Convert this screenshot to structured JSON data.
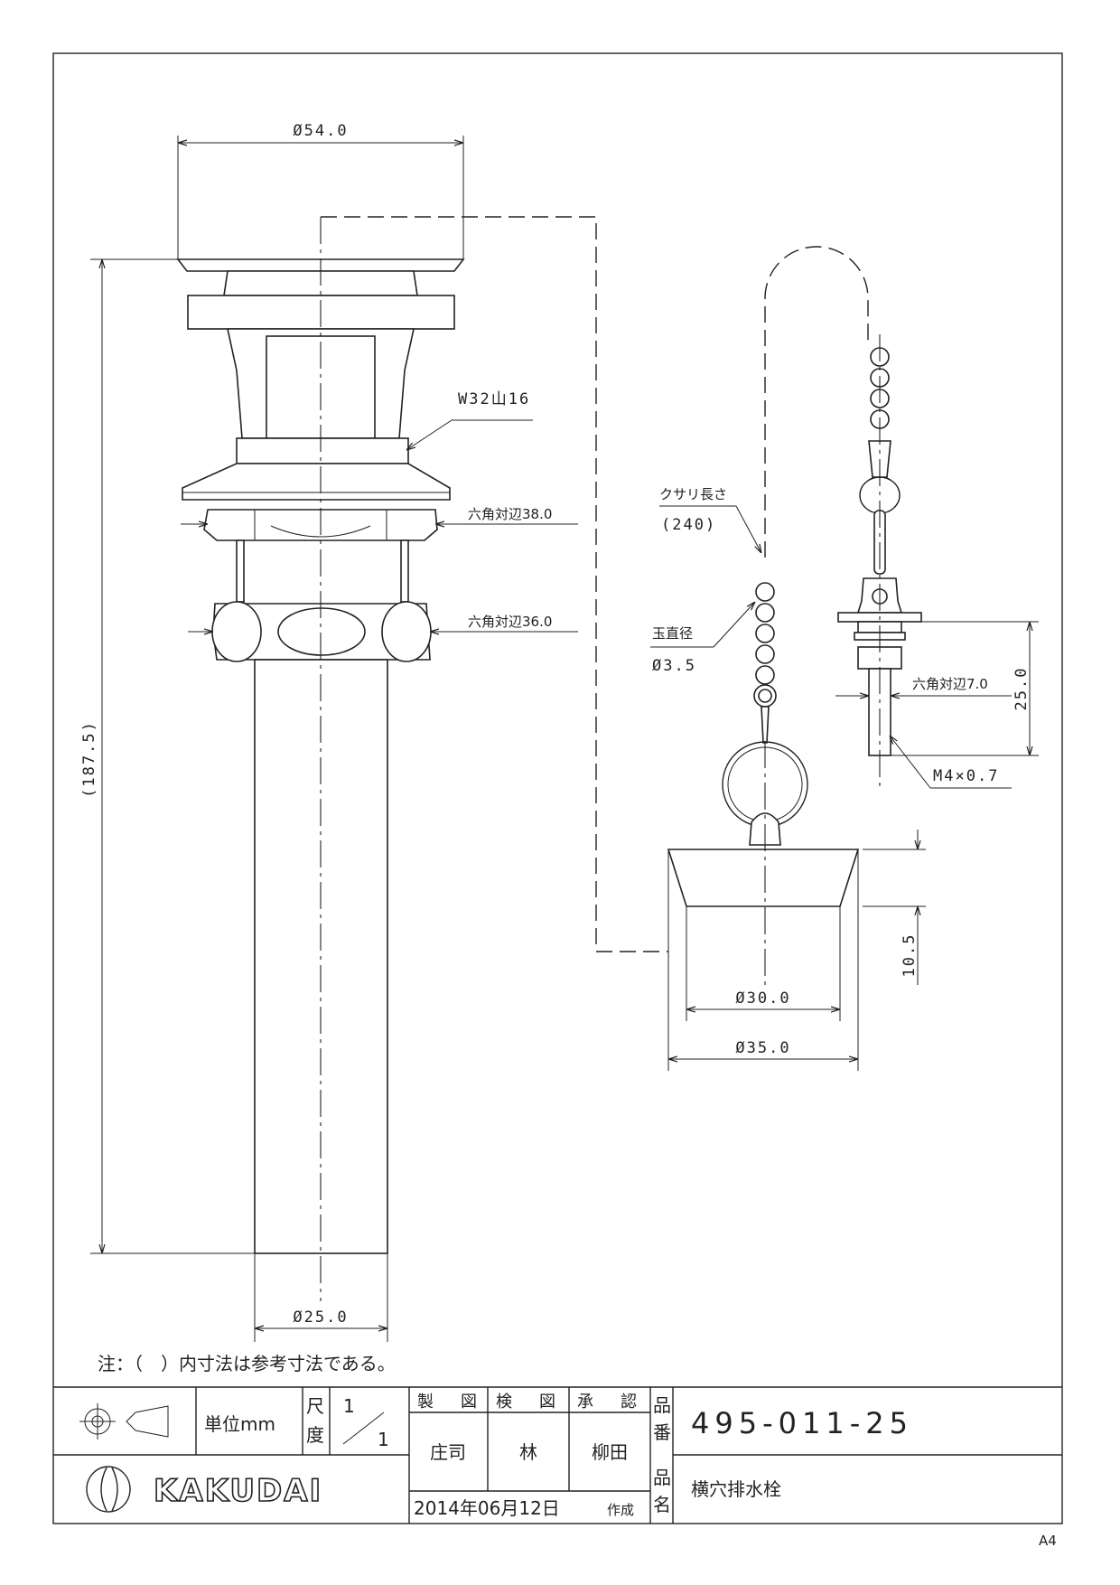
{
  "note": "注：（　）内寸法は参考寸法である。",
  "dimensions": {
    "top_dia": "Ø54.0",
    "thread": "W32山16",
    "hex1": "六角対辺38.0",
    "hex2": "六角対辺36.0",
    "length": "(187.5)",
    "pipe_dia": "Ø25.0",
    "chain_len_label": "クサリ長さ",
    "chain_len": "(240)",
    "ball_label": "玉直径",
    "ball_dia": "Ø3.5",
    "stopper_inner": "Ø30.0",
    "stopper_outer": "Ø35.0",
    "stopper_h": "10.5",
    "hex3": "六角対辺7.0",
    "screw_len": "25.0",
    "screw": "M4×0.7"
  },
  "title_block": {
    "unit": "単位mm",
    "scale_label_1": "尺",
    "scale_label_2": "度",
    "scale_num": "1",
    "scale_den": "1",
    "drawn_label": "製　図",
    "checked_label": "検　図",
    "approved_label": "承　認",
    "drawn_by": "庄司",
    "checked_by": "林",
    "approved_by": "柳田",
    "part_no_label_1": "品",
    "part_no_label_2": "番",
    "part_no": "495-011-25",
    "name_label_1": "品",
    "name_label_2": "名",
    "part_name": "横穴排水栓",
    "date": "2014年06月12日",
    "created": "作成",
    "company": "KAKUDAI",
    "paper_size": "A4"
  }
}
